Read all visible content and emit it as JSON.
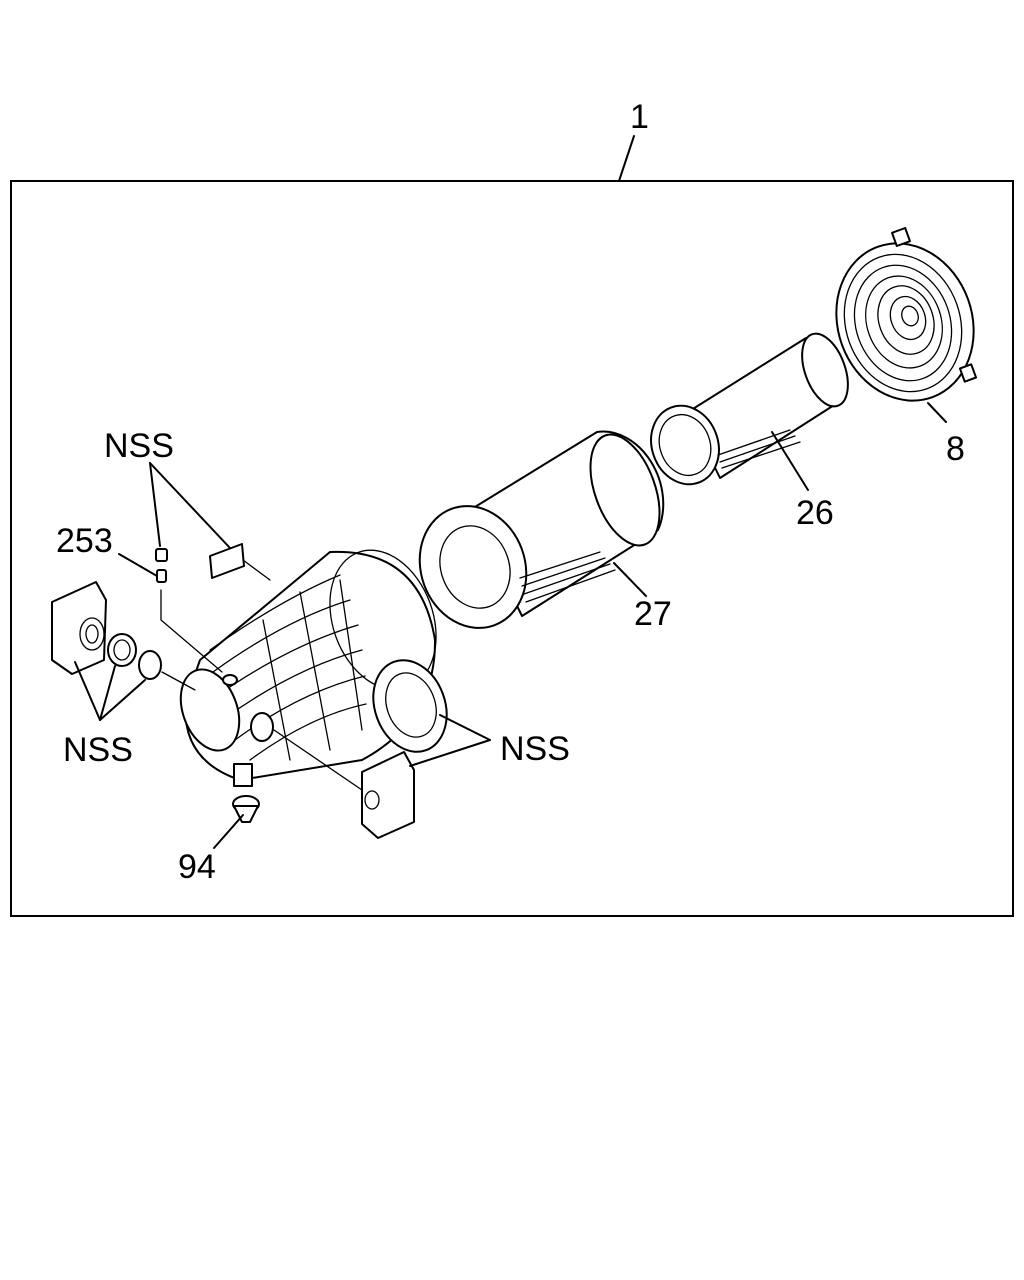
{
  "callouts": {
    "assembly": "1",
    "cover": "8",
    "inner_element": "26",
    "outer_element": "27",
    "clip": "253",
    "valve": "94",
    "nss_top": "NSS",
    "nss_left": "NSS",
    "nss_right": "NSS"
  },
  "colors": {
    "ink": "#000000",
    "paper": "#ffffff"
  }
}
